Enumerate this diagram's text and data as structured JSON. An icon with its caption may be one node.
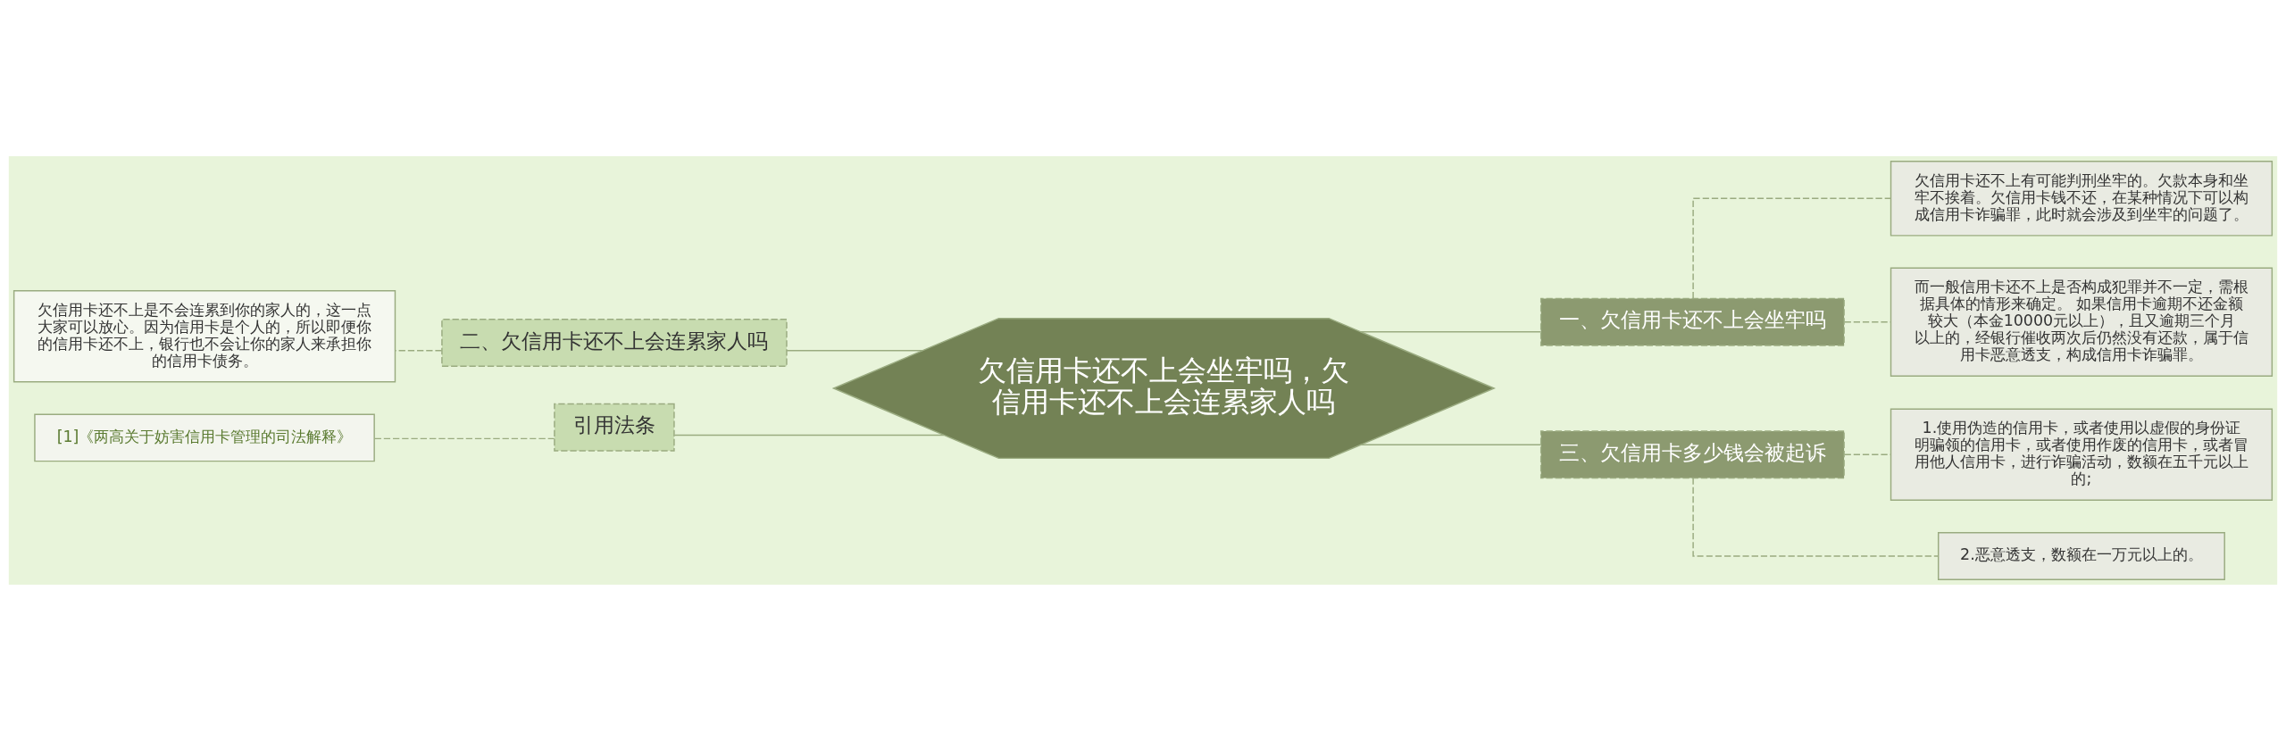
{
  "diagram": {
    "nodes": [
      {
        "text": [
          "欠信用卡还不上会坐牢吗，欠信用卡还不上会连累家人吗"
        ]
      },
      {
        "text": [
          "一、欠信用卡还不上会坐牢吗"
        ]
      },
      {
        "text": [
          "欠信用卡还不上有可能判刑坐牢的。欠款本身和坐牢不挨着。欠信用卡钱不还，在某种情况下可以构成信用卡诈骗罪，此时就会涉及到坐牢的问题了。"
        ]
      },
      {
        "text": [
          "而一般信用卡还不上是否构成犯罪并不一定，需根据具体的情形来确定。 如果信用卡逾期不还金额较大（本金10000元以上），且又逾期三个月以上的，经银行催收两次后仍然没有还款，属于信用卡恶意透支，构成信用卡诈骗罪。"
        ]
      },
      {
        "text": [
          "三、欠信用卡多少钱会被起诉"
        ]
      },
      {
        "text": [
          "1.使用伪造的信用卡，或者使用以虚假的身份证明骗领的信用卡，或者使用作废的信用卡，或者冒用他人信用卡，进行诈骗活动，数额在五千元以上的;"
        ]
      },
      {
        "text": [
          "2.恶意透支，数额在一万元以上的。"
        ]
      },
      {
        "text": [
          "二、欠信用卡还不上会连累家人吗"
        ]
      },
      {
        "text": [
          "欠信用卡还不上是不会连累到你的家人的，这一点大家可以放心。因为信用卡是个人的，所以即便你的信用卡还不上，银行也不会让你的家人来承担你的信用卡债务。"
        ]
      },
      {
        "text": [
          "引用法条"
        ]
      },
      {
        "text": [
          "[1]《两高关于妨害信用卡管理的司法解释》"
        ]
      }
    ],
    "edges": [
      {
        "from": 0,
        "to": 1,
        "arrow": "none"
      },
      {
        "from": 1,
        "to": 2,
        "arrow": "none",
        "style": "dashed"
      },
      {
        "from": 1,
        "to": 3,
        "arrow": "none",
        "style": "dashed"
      },
      {
        "from": 0,
        "to": 4,
        "arrow": "none"
      },
      {
        "from": 4,
        "to": 5,
        "arrow": "none",
        "style": "dashed"
      },
      {
        "from": 4,
        "to": 6,
        "arrow": "none",
        "style": "dashed"
      },
      {
        "from": 0,
        "to": 7,
        "arrow": "none"
      },
      {
        "from": 7,
        "to": 8,
        "arrow": "none",
        "style": "dashed"
      },
      {
        "from": 0,
        "to": 9,
        "arrow": "none"
      },
      {
        "from": 9,
        "to": 10,
        "arrow": "none",
        "style": "dashed"
      }
    ]
  }
}
